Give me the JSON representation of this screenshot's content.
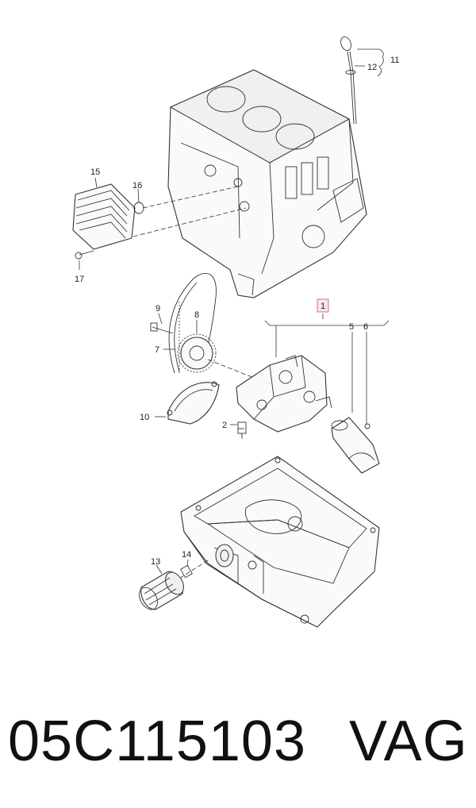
{
  "callouts": {
    "c1": "1",
    "c2": "2",
    "c5": "5",
    "c6": "6",
    "c7": "7",
    "c8": "8",
    "c9": "9",
    "c10": "10",
    "c11": "11",
    "c12": "12",
    "c13": "13",
    "c14": "14",
    "c15": "15",
    "c16": "16",
    "c17": "17"
  },
  "footer": {
    "part_number": "05C115103",
    "brand": "VAG"
  },
  "colors": {
    "highlight": "#fde3e6",
    "highlight_border": "#d07a86"
  }
}
